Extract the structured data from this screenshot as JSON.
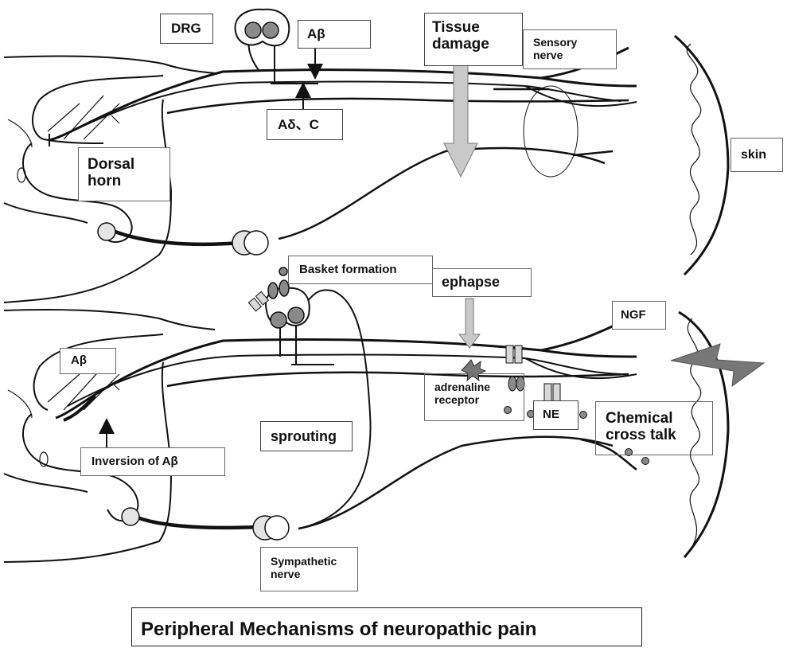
{
  "caption": "Peripheral Mechanisms of neuropathic pain",
  "top_panel": {
    "drg": "DRG",
    "a_beta": "Aβ",
    "a_delta_c": "Aδ、C",
    "tissue_damage": "Tissue\ndamage",
    "sensory_nerve": "Sensory\nnerve",
    "dorsal_horn": "Dorsal\nhorn",
    "skin": "skin"
  },
  "bottom_panel": {
    "basket_formation": "Basket formation",
    "ephapse": "ephapse",
    "ngf": "NGF",
    "a_beta": "Aβ",
    "adrenaline_receptor": "adrenaline\nreceptor",
    "ne": "NE",
    "chemical_cross_talk": "Chemical\ncross talk",
    "sprouting": "sprouting",
    "inversion": "Inversion of Aβ",
    "sympathetic_nerve": "Sympathetic\nnerve"
  },
  "colors": {
    "line": "#111111",
    "ganglion_fill": "#8a8a8a",
    "synapse_fill": "#e4e4e4",
    "arrow_fill": "#c9c9c9",
    "receptor_fill": "#d8d8d8",
    "lightning_fill": "#777777"
  }
}
